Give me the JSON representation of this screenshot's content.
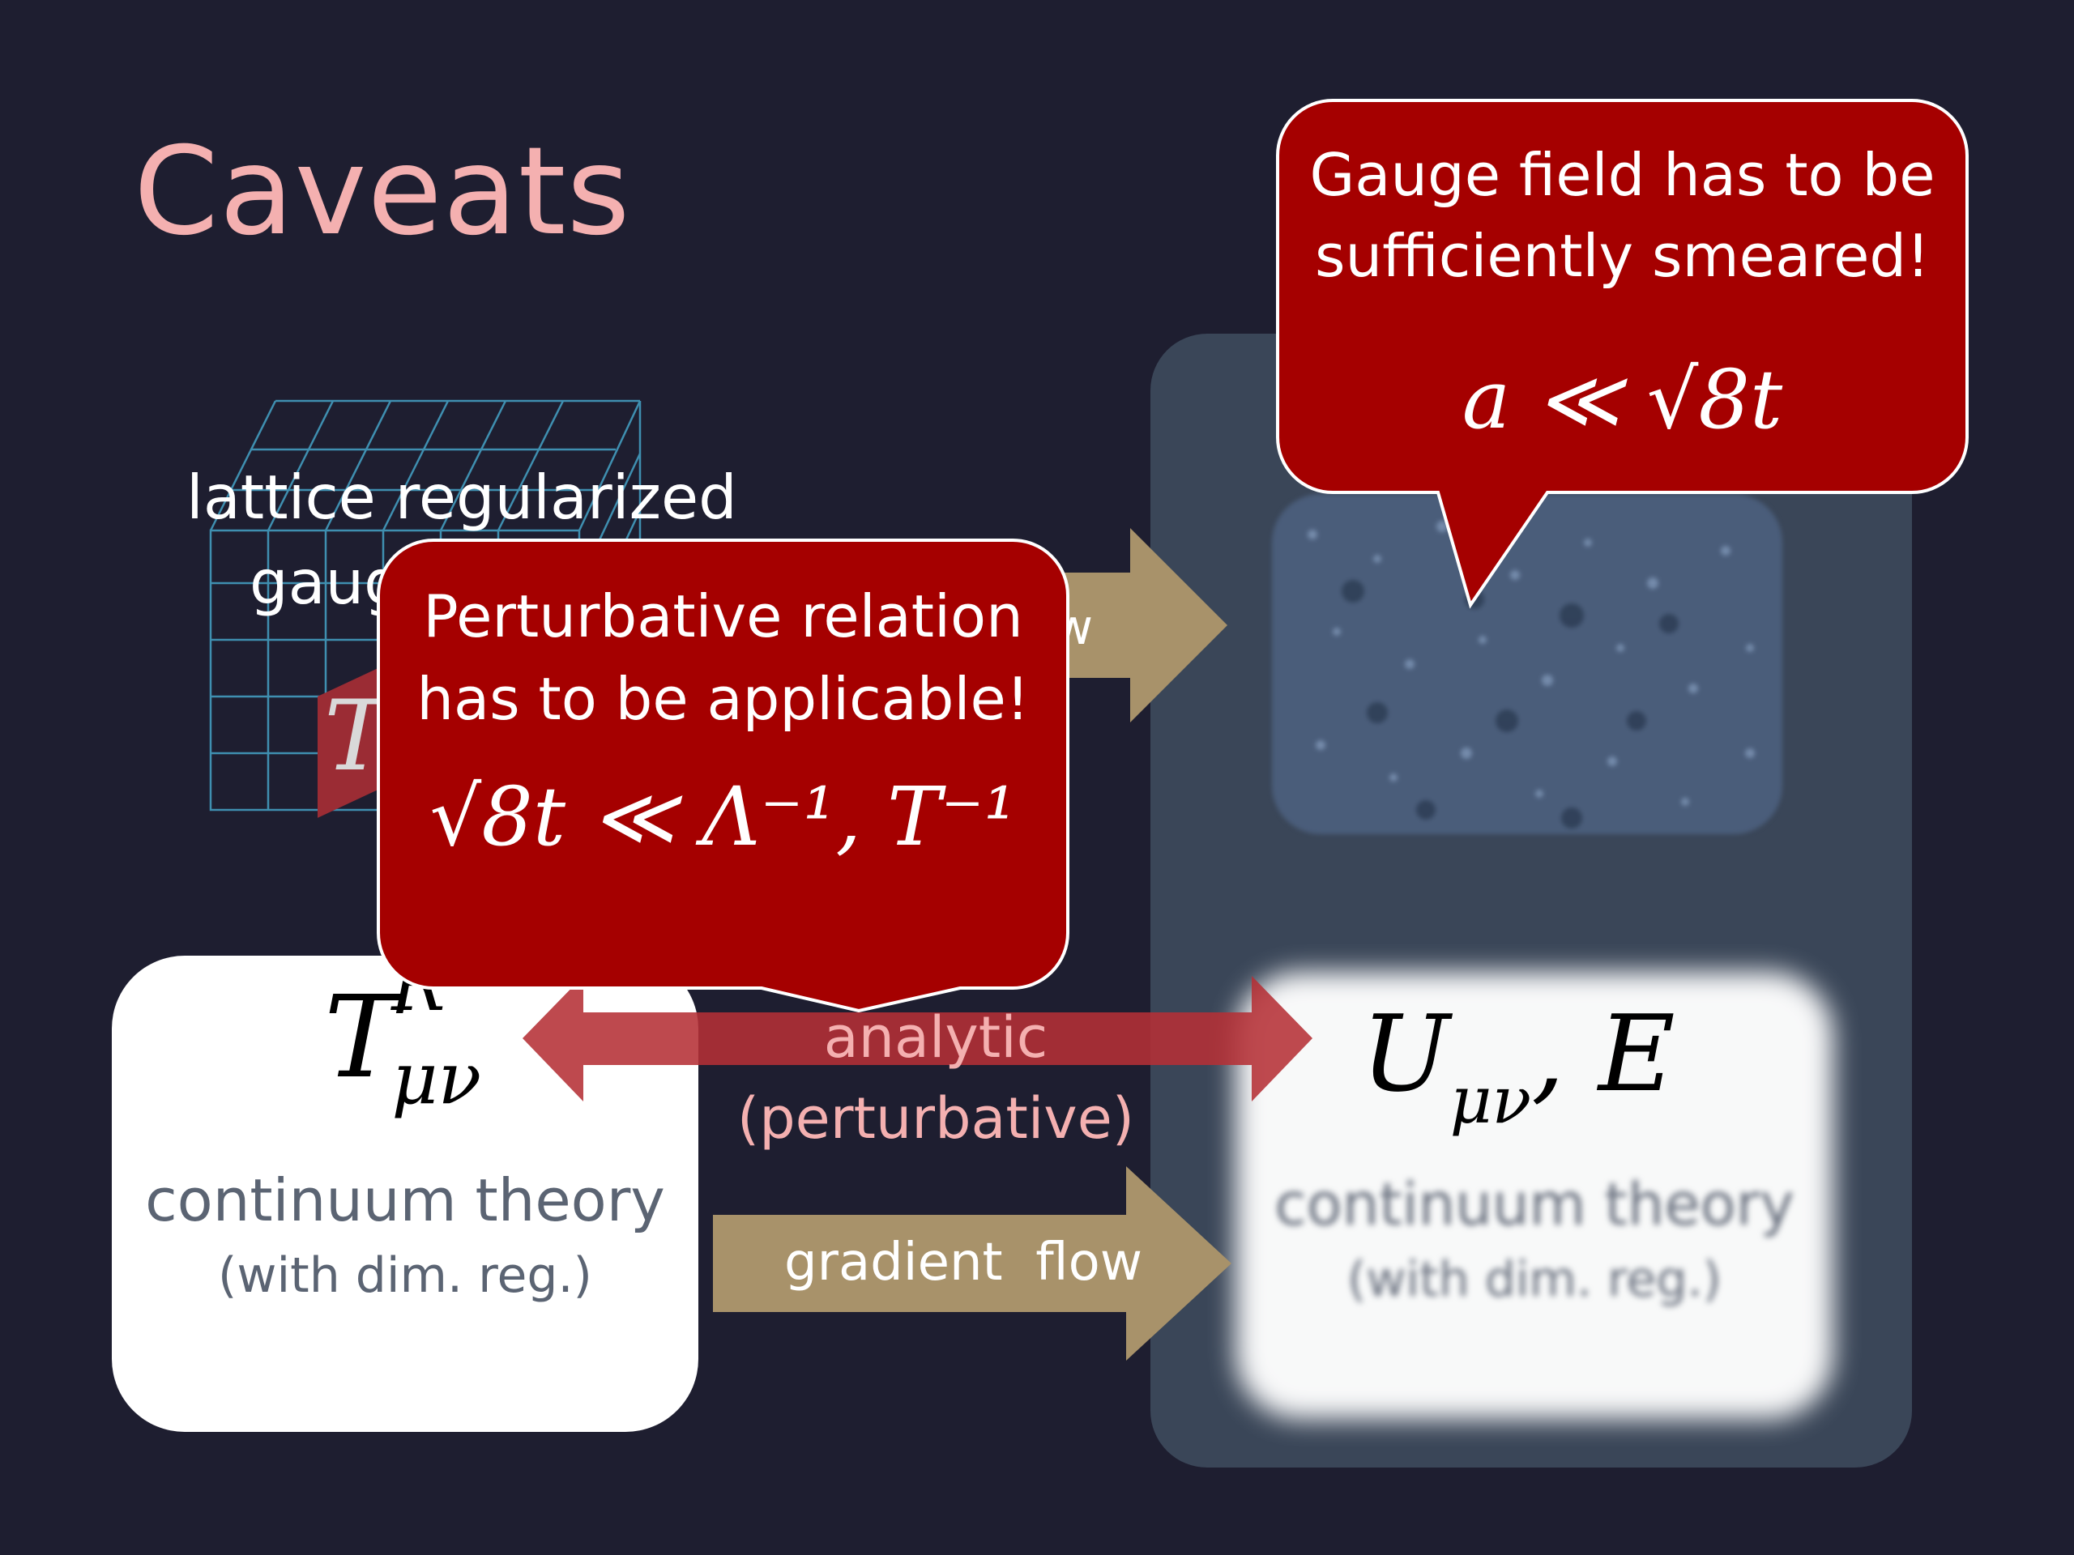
{
  "slide": {
    "title": "Caveats"
  },
  "lattice": {
    "label_line1": "lattice regularized",
    "label_line2": "gaug",
    "math_partial": "T",
    "flow_partial": "w"
  },
  "callout_left": {
    "line1": "Perturbative relation",
    "line2": "has to be applicable!",
    "condition": "√8t ≪ Λ⁻¹, T⁻¹"
  },
  "callout_right": {
    "line1": "Gauge field has to be",
    "line2": "sufficiently smeared!",
    "condition": "a ≪ √8t"
  },
  "continuum_left": {
    "symbol_base": "T",
    "symbol_sup": "R",
    "symbol_sub": "μν",
    "label": "continuum theory",
    "sublabel": "(with dim. reg.)"
  },
  "continuum_right": {
    "symbol": "U",
    "symbol_sub": "μν",
    "symbol_tail": ", E",
    "label": "continuum theory",
    "sublabel": "(with dim. reg.)"
  },
  "arrows": {
    "analytic_line1": "analytic",
    "analytic_line2": "(perturbative)",
    "gradient_flow": "gradient  flow"
  },
  "colors": {
    "background": "#1e1e30",
    "title": "#f4b0b0",
    "callout": "#a50000",
    "arrow_tan": "#a8926a",
    "arrow_red": "#c0393b",
    "panel": "#3a4658"
  }
}
